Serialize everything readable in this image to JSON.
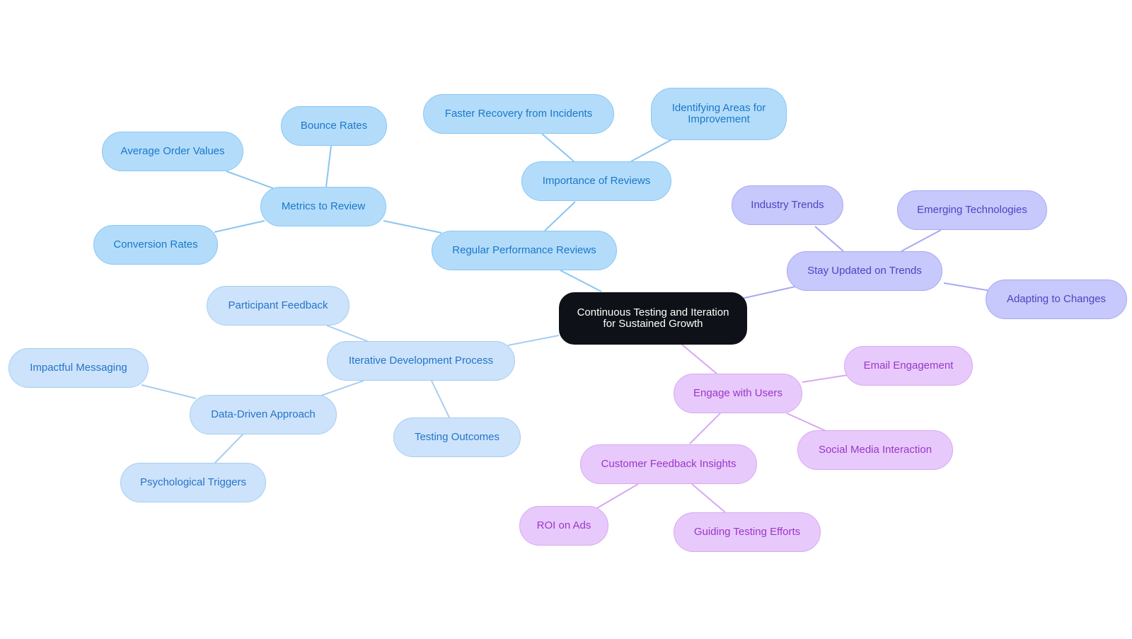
{
  "colors": {
    "root": "#0e1117",
    "blue": "#b3dcfb",
    "light_blue": "#cce3fb",
    "violet": "#c7c8fb",
    "purple": "#e8c9fb",
    "edge_blue": "#8ac6f2",
    "edge_light_blue": "#a7cdf2",
    "edge_violet": "#a8a9f2",
    "edge_purple": "#d6a9f2"
  },
  "nodes": {
    "root": "Continuous Testing and Iteration for Sustained Growth",
    "regular_reviews": "Regular Performance Reviews",
    "metrics": "Metrics to Review",
    "bounce": "Bounce Rates",
    "aov": "Average Order Values",
    "conversion": "Conversion Rates",
    "importance": "Importance of Reviews",
    "faster": "Faster Recovery from Incidents",
    "identifying": "Identifying Areas for Improvement",
    "iterative": "Iterative Development Process",
    "participant": "Participant Feedback",
    "data_driven": "Data-Driven Approach",
    "impactful": "Impactful Messaging",
    "psychological": "Psychological Triggers",
    "testing_outcomes": "Testing Outcomes",
    "trends": "Stay Updated on Trends",
    "industry": "Industry Trends",
    "emerging": "Emerging Technologies",
    "adapting": "Adapting to Changes",
    "engage": "Engage with Users",
    "email": "Email Engagement",
    "social": "Social Media Interaction",
    "feedback_insights": "Customer Feedback Insights",
    "roi": "ROI on Ads",
    "guiding": "Guiding Testing Efforts"
  }
}
